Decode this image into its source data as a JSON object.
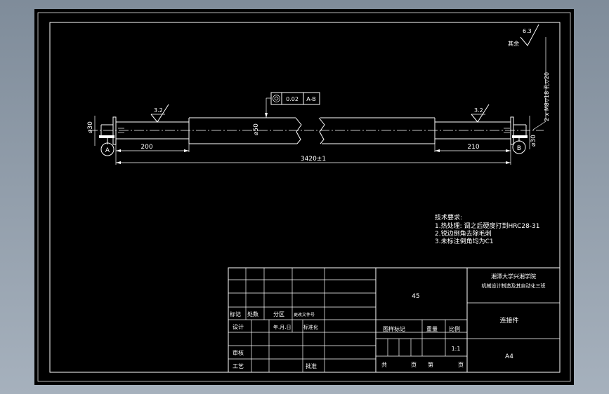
{
  "dimensions": {
    "left_length": "200",
    "right_length": "210",
    "total_length": "3420±1",
    "shaft_diameter": "⌀50",
    "left_end_diameter": "⌀30",
    "right_end_diameter": "⌀30"
  },
  "roughness": {
    "left": "3.2",
    "right": "3.2",
    "general_value": "6.3",
    "general_label": "其余"
  },
  "tolerance_frame": {
    "value": "0.02",
    "datum": "A-B"
  },
  "datums": {
    "a": "A",
    "b": "B"
  },
  "thread_note": "2 x M8▽18 孔▽20",
  "tech_requirements": {
    "title": "技术要求:",
    "items": [
      "1.热处理: 调之后硬度打到HRC28-31",
      "2.锐边倒角去除毛刺",
      "3.未标注倒角均为C1"
    ]
  },
  "title_block": {
    "material": "45",
    "school_line1": "湘潭大学兴湘学院",
    "school_line2": "机械设计制造及其自动化三班",
    "part_name": "连接件",
    "sheet_size": "A4",
    "scale": "1:1",
    "labels": {
      "mark": "标记",
      "count": "处数",
      "zone": "分区",
      "change_doc": "更改文件号",
      "design": "设计",
      "date": "年.月.日",
      "standardize": "标准化",
      "review": "审核",
      "process": "工艺",
      "approve": "批准",
      "stage_mark": "图样标记",
      "weight": "重量",
      "ratio": "比例",
      "total": "共",
      "sheets": "页",
      "sheet_no": "第",
      "page": "页"
    }
  }
}
